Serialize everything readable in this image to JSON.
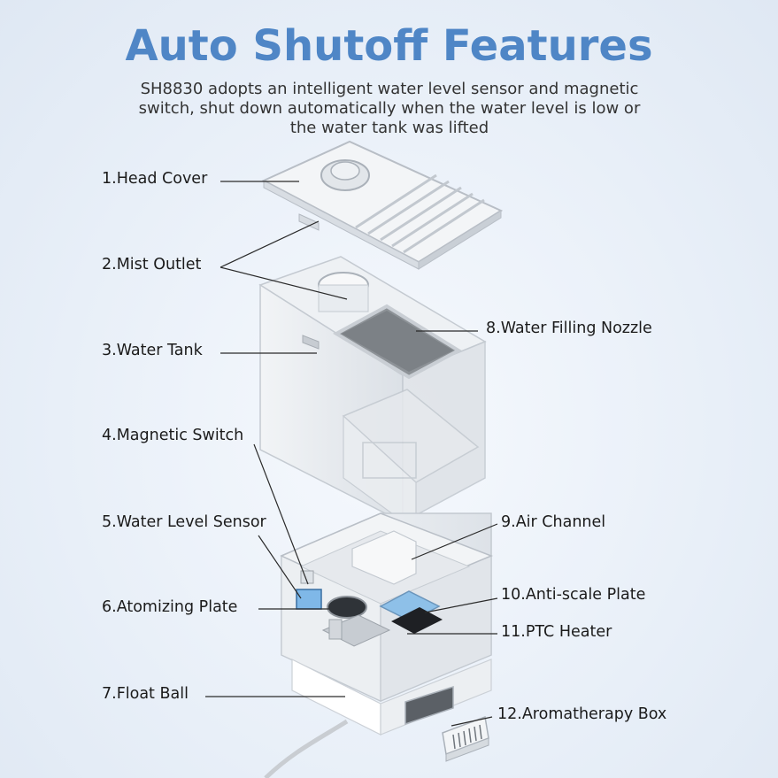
{
  "title": "Auto Shutoff Features",
  "subtitle": "SH8830 adopts an intelligent water level sensor and magnetic switch, shut down automatically when the water level is low or the water tank was lifted",
  "labels": {
    "head_cover": "1.Head Cover",
    "mist_outlet": "2.Mist Outlet",
    "water_tank": "3.Water Tank",
    "magnetic_switch": "4.Magnetic Switch",
    "water_level_sensor": "5.Water Level Sensor",
    "atomizing_plate": "6.Atomizing Plate",
    "float_ball": "7.Float Ball",
    "water_filling_nozzle": "8.Water Filling Nozzle",
    "air_channel": "9.Air Channel",
    "anti_scale_plate": "10.Anti-scale Plate",
    "ptc_heater": "11.PTC Heater",
    "aromatherapy_box": "12.Aromatherapy Box"
  },
  "colors": {
    "title": "#4f86c6",
    "sensor_blue": "#7fb8e8",
    "anti_scale_blue": "#8ec0e8"
  }
}
